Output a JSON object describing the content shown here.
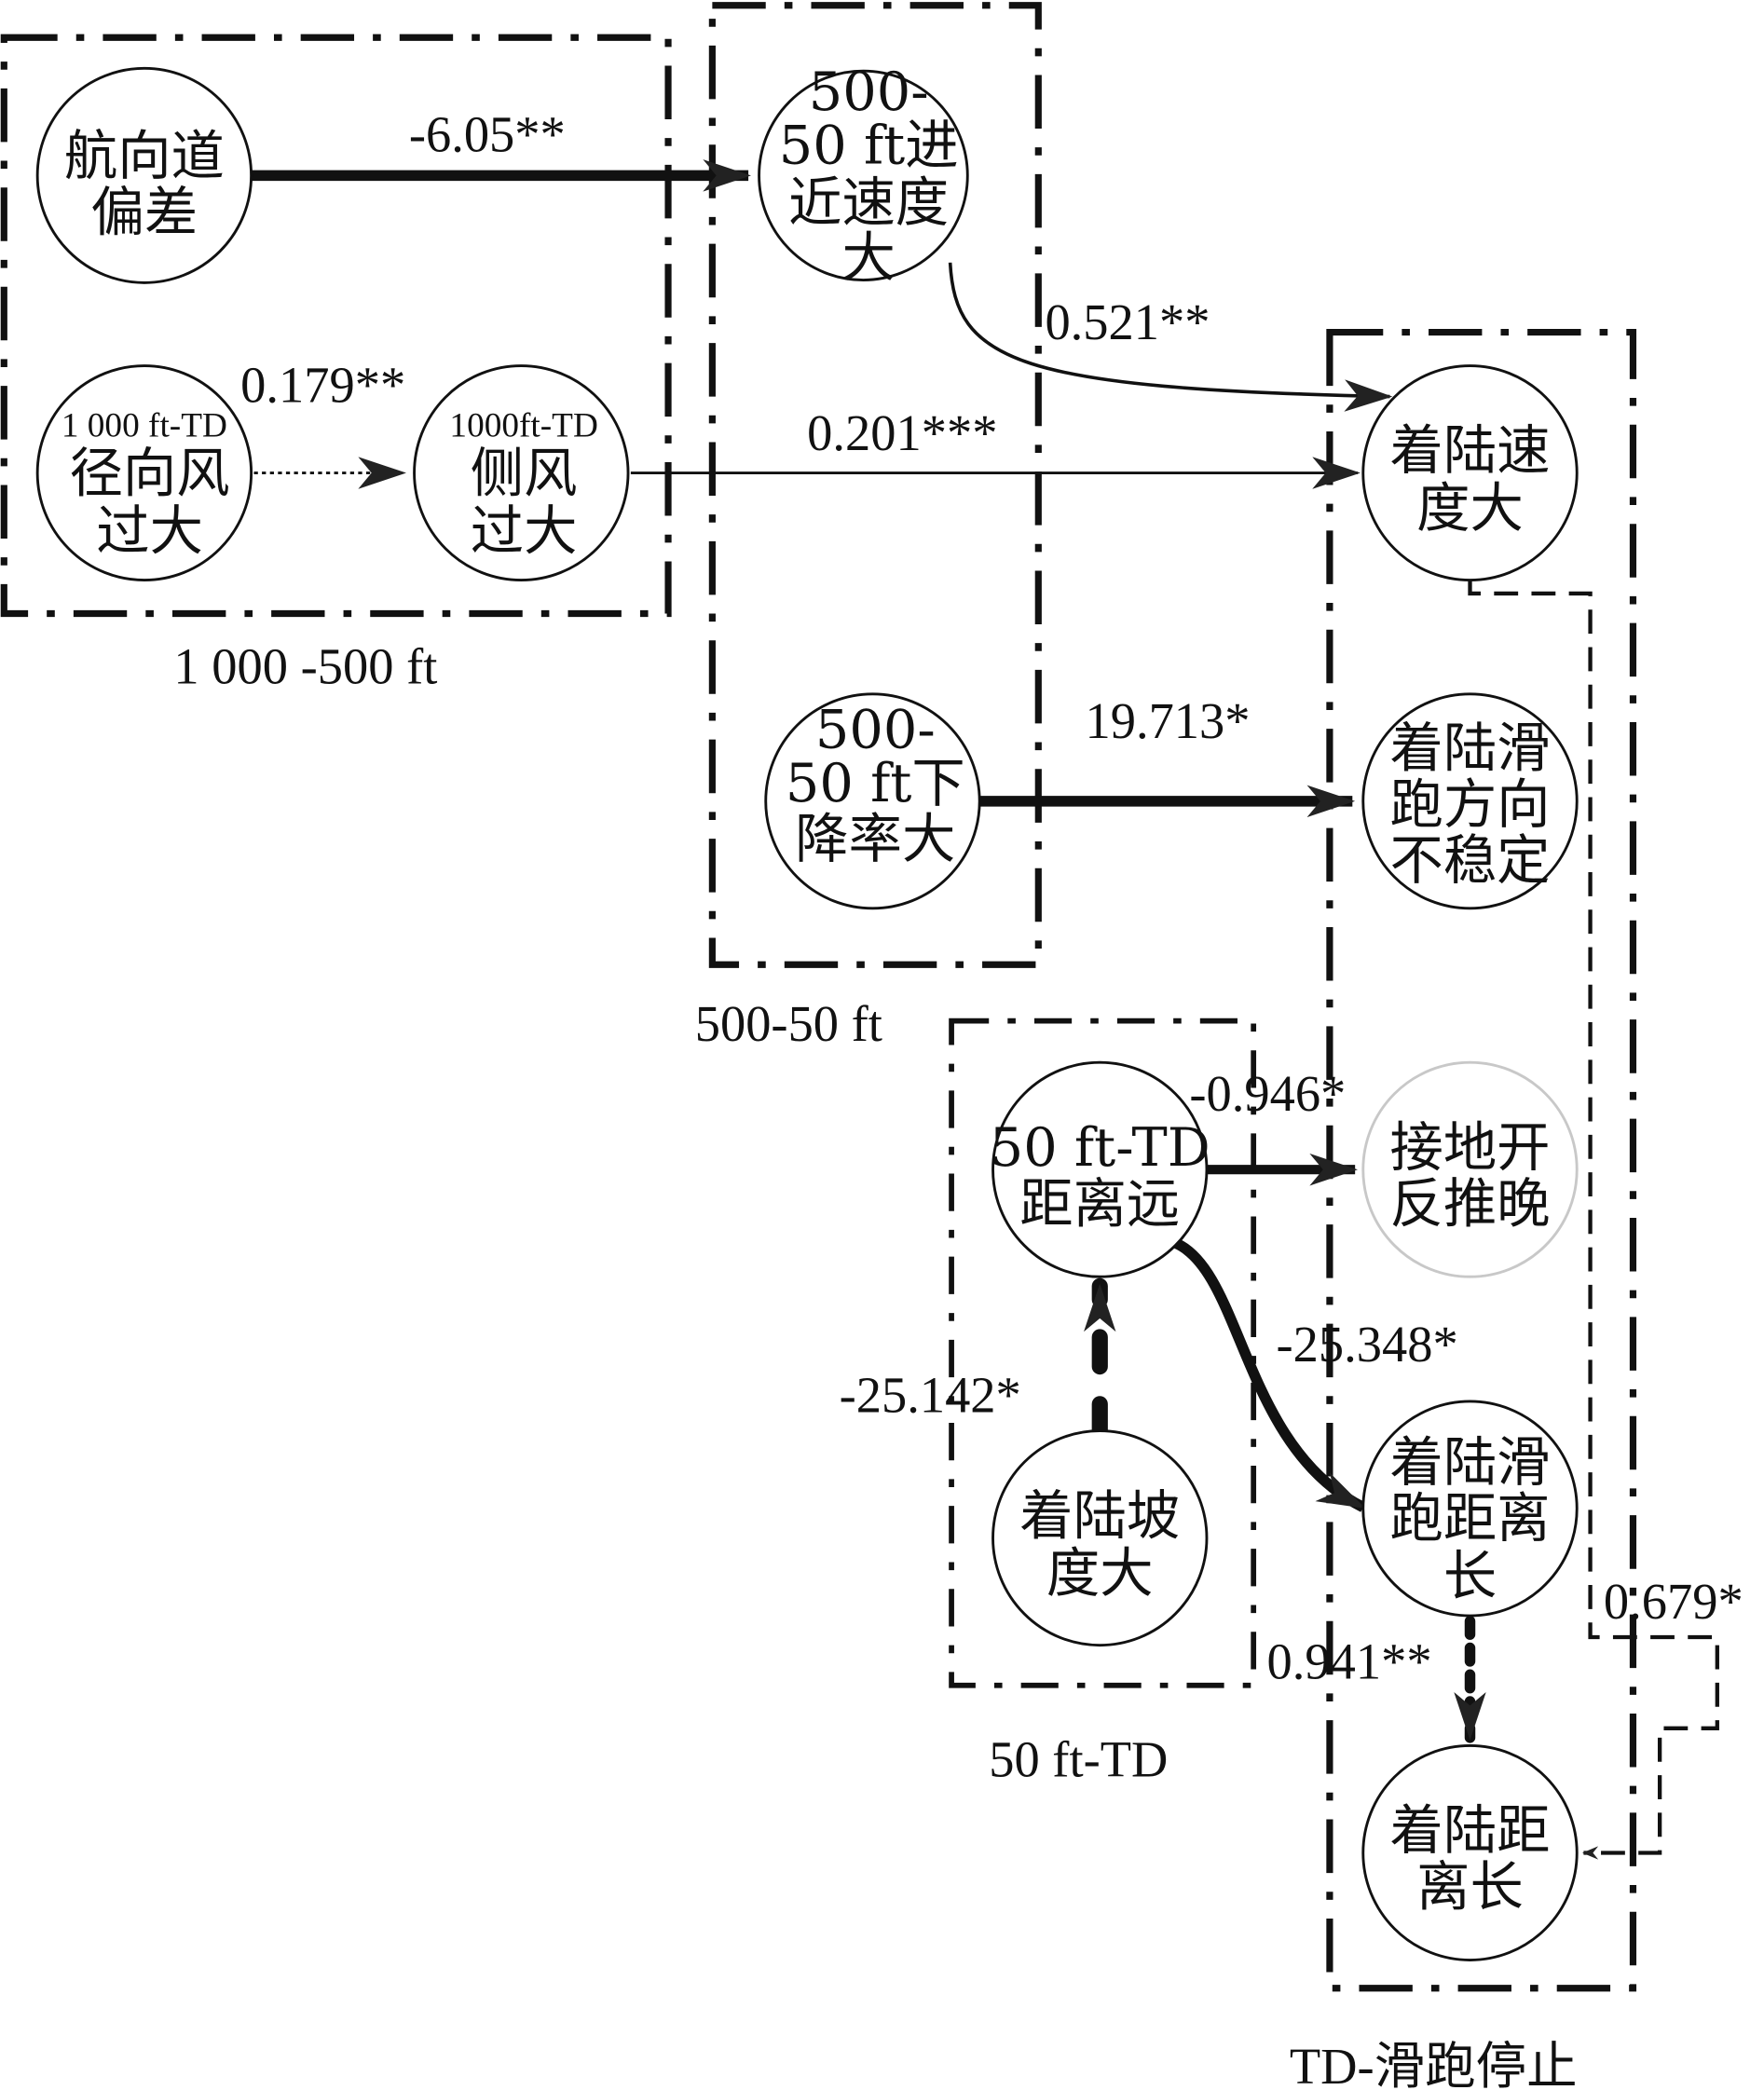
{
  "figure": {
    "groups": [
      {
        "id": "g1",
        "label": "1 000 -500 ft"
      },
      {
        "id": "g2",
        "label": "500-50 ft"
      },
      {
        "id": "g3",
        "label": "50 ft-TD"
      },
      {
        "id": "g4",
        "label": "TD-滑跑停止"
      }
    ],
    "nodes": [
      {
        "id": "n1",
        "lines": [
          "航向道",
          "偏差"
        ]
      },
      {
        "id": "n2",
        "small": "1 000 ft-TD",
        "lines": [
          "径向风",
          "过大"
        ]
      },
      {
        "id": "n3",
        "small": "1000ft-TD",
        "lines": [
          "侧风",
          "过大"
        ]
      },
      {
        "id": "n4",
        "lines": [
          "500-",
          "50 ft进",
          "近速度",
          "大"
        ]
      },
      {
        "id": "n5",
        "lines": [
          "500-",
          "50 ft下",
          "降率大"
        ]
      },
      {
        "id": "n6",
        "lines": [
          "50 ft-TD",
          "距离远"
        ]
      },
      {
        "id": "n7",
        "lines": [
          "着陆坡",
          "度大"
        ]
      },
      {
        "id": "n8",
        "lines": [
          "着陆速",
          "度大"
        ]
      },
      {
        "id": "n9",
        "lines": [
          "着陆滑",
          "跑方向",
          "不稳定"
        ]
      },
      {
        "id": "n10",
        "lines": [
          "接地开",
          "反推晚"
        ]
      },
      {
        "id": "n11",
        "lines": [
          "着陆滑",
          "跑距离",
          "长"
        ]
      },
      {
        "id": "n12",
        "lines": [
          "着陆距",
          "离长"
        ]
      }
    ],
    "edges": [
      {
        "from": "n1",
        "to": "n4",
        "label": "-6.05**"
      },
      {
        "from": "n2",
        "to": "n3",
        "label": "0.179**"
      },
      {
        "from": "n4",
        "to": "n8",
        "label": "0.521**"
      },
      {
        "from": "n3",
        "to": "n8",
        "label": "0.201***"
      },
      {
        "from": "n5",
        "to": "n9",
        "label": "19.713*"
      },
      {
        "from": "n6",
        "to": "n10",
        "label": "-0.946*"
      },
      {
        "from": "n6",
        "to": "n11",
        "label": "-25.348*"
      },
      {
        "from": "n7",
        "to": "n6",
        "label": "-25.142*"
      },
      {
        "from": "n11",
        "to": "n12",
        "label": "0.941**"
      },
      {
        "from": "n8",
        "to": "n12",
        "label": "0.679*"
      }
    ]
  }
}
